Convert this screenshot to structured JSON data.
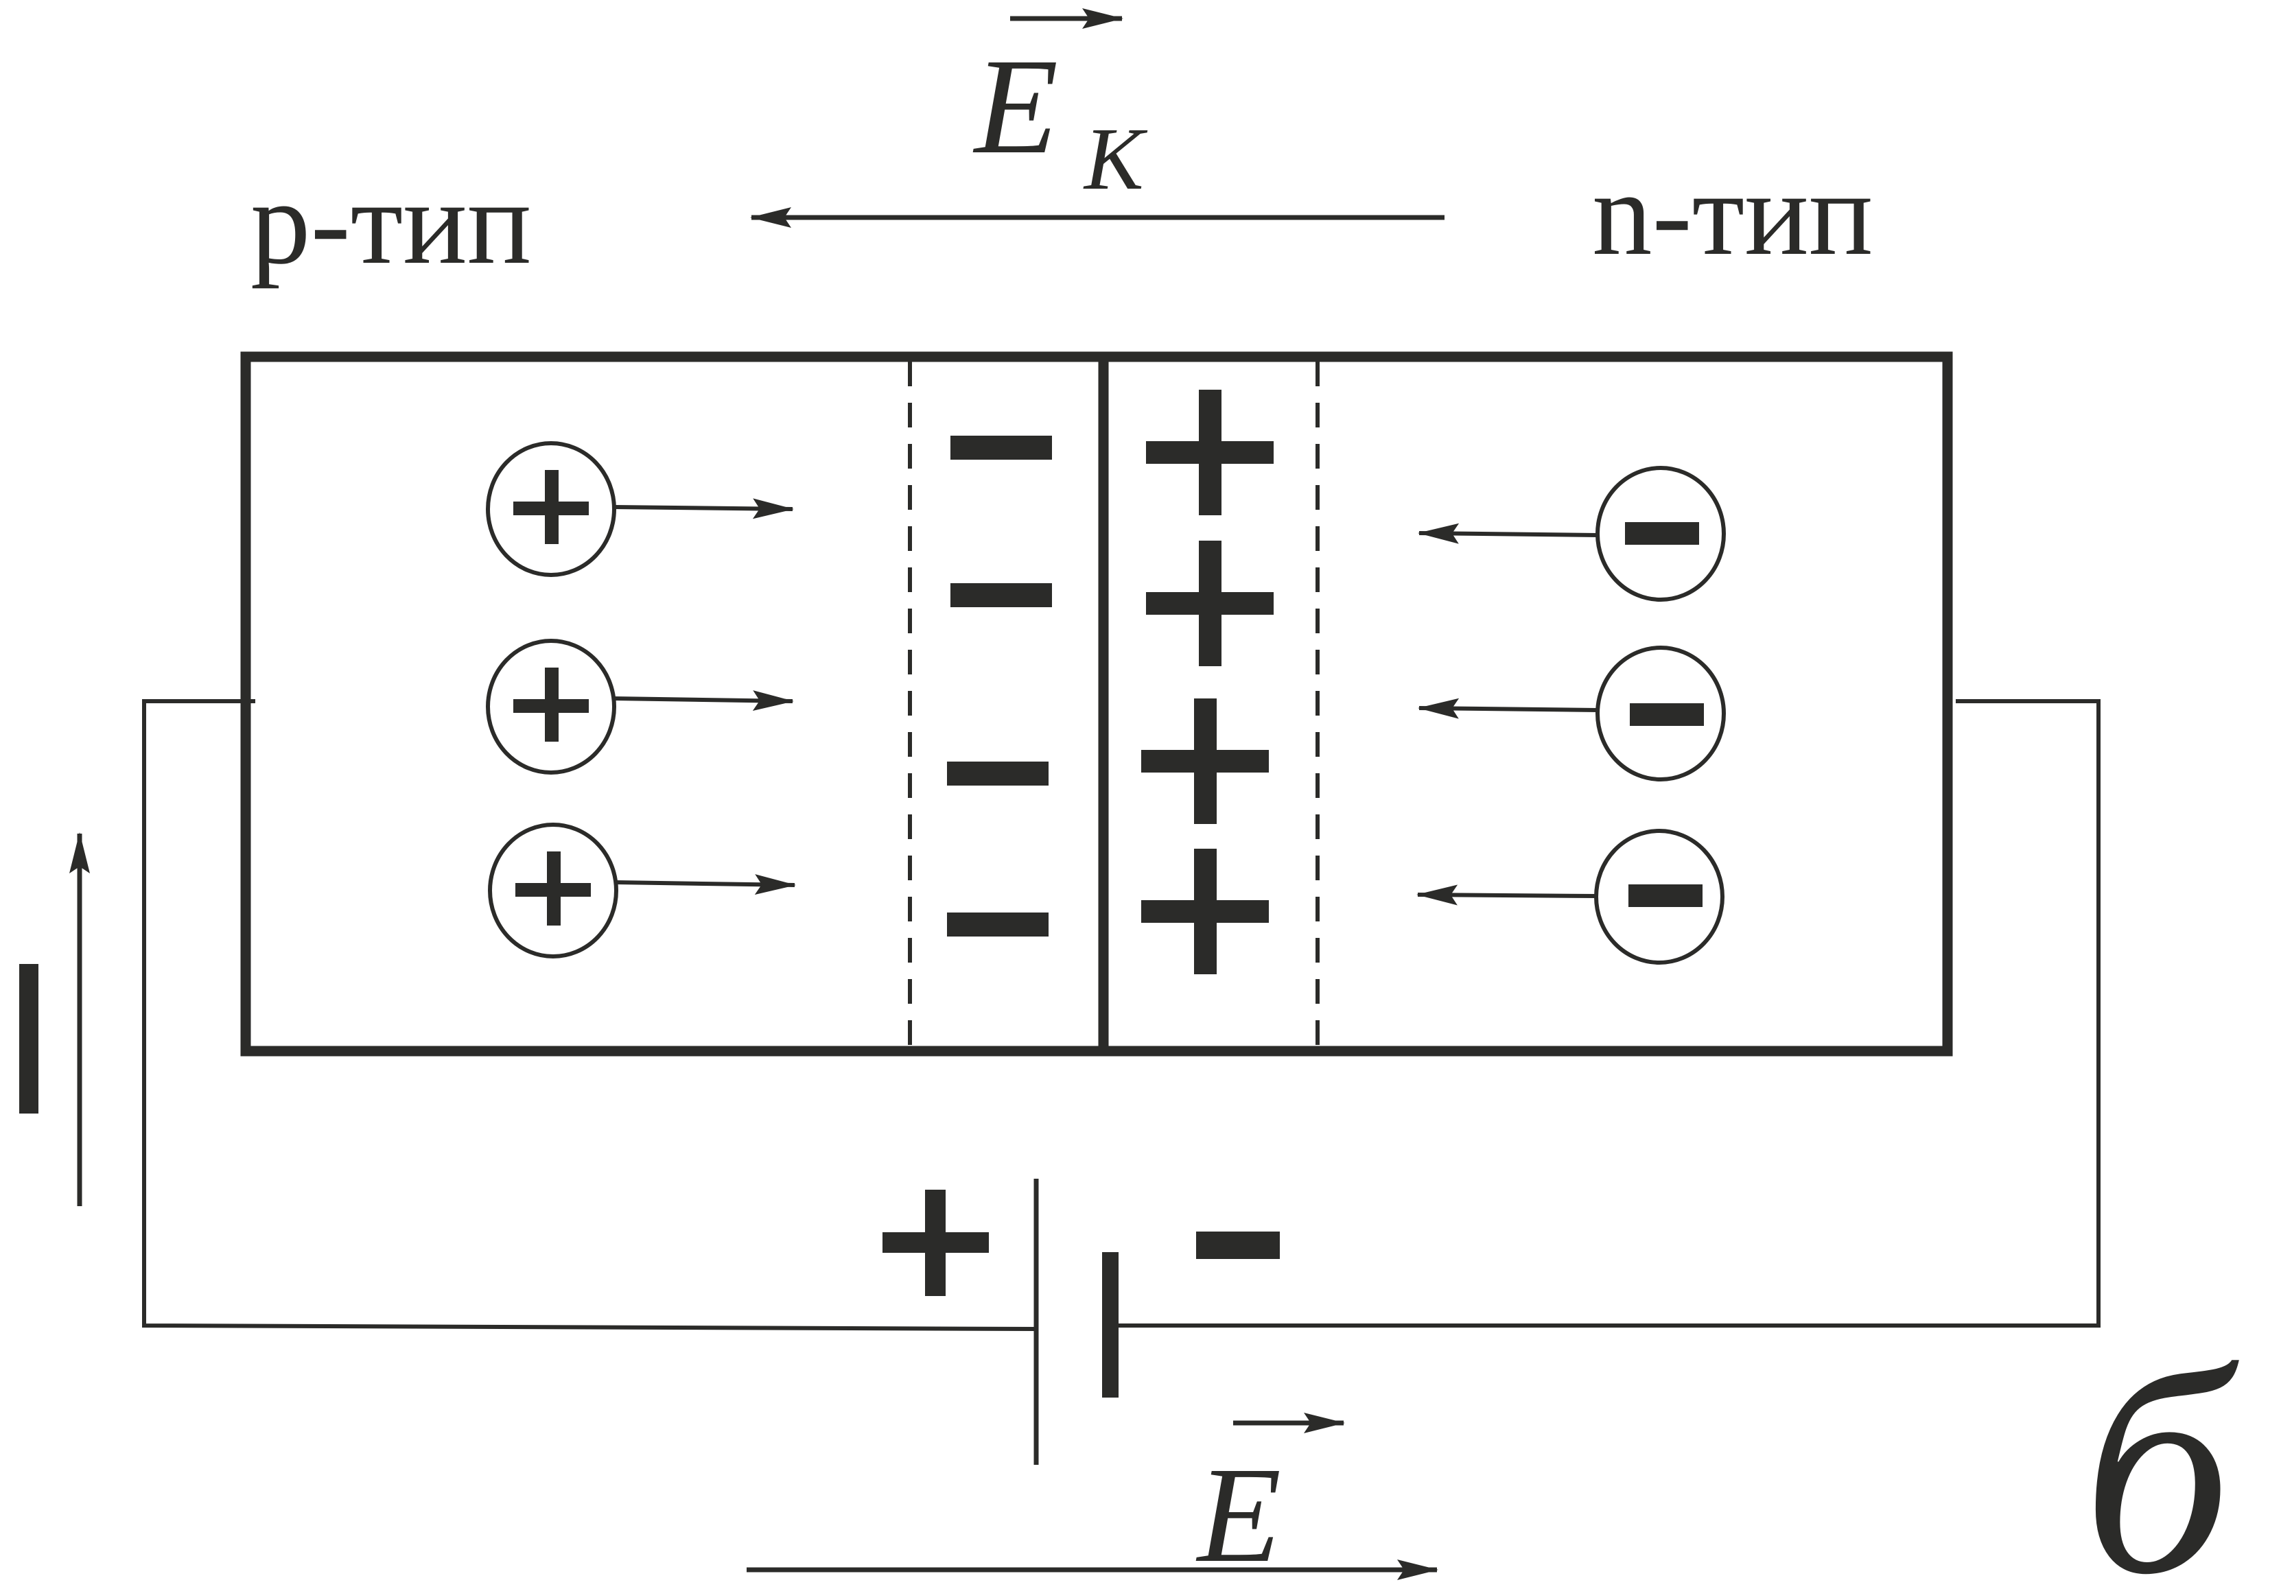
{
  "labels": {
    "p_type": "p-тип",
    "n_type": "n-тип",
    "contact_field_symbol": "E",
    "contact_field_subscript": "K",
    "external_field_symbol": "E",
    "current_symbol": "I",
    "panel_letter": "б"
  },
  "battery": {
    "plus_sign": "+",
    "minus_sign": "−"
  },
  "colors": {
    "ink": "#2b2b29",
    "background": "#ffffff"
  },
  "icons": {
    "hole": "circled-plus-icon",
    "electron": "circled-minus-icon",
    "arrow": "arrow-icon"
  }
}
